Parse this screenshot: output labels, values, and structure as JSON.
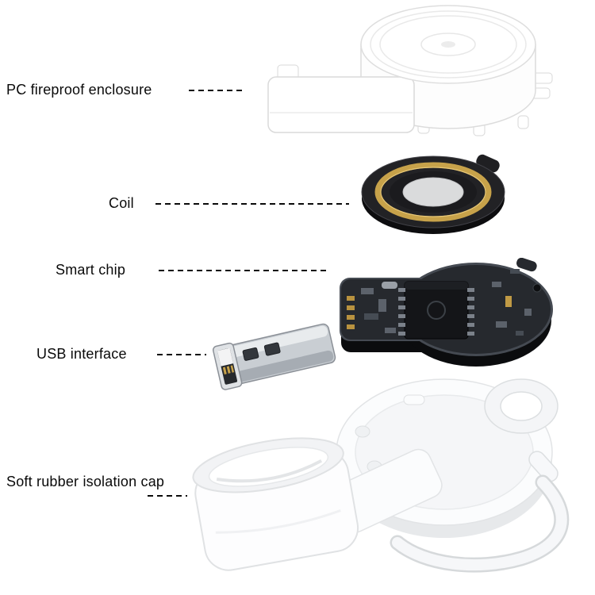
{
  "page": {
    "background": "#ffffff",
    "type": "exploded-product-diagram",
    "product": "magnetic watch charger"
  },
  "labels": {
    "enclosure": "PC fireproof enclosure",
    "coil": "Coil",
    "chip": "Smart chip",
    "usb": "USB interface",
    "cap": "Soft rubber isolation cap"
  },
  "colors": {
    "label_text": "#0a0a0a",
    "leader_line": "#0a0a0a",
    "plastic_white": "#ffffff",
    "plastic_stroke": "#dcdcdc",
    "coil_black": "#222225",
    "coil_gold": "#c7a24a",
    "coil_center_gray": "#dadbdc",
    "pcb_dark": "#26292e",
    "chip_black": "#141518",
    "usb_metal": "#c9ced3",
    "usb_slot_dark": "#33373c",
    "contact_gold": "#c7a24a",
    "soft_rubber_white": "#fdfdfe",
    "soft_rubber_stroke": "#e0e2e4"
  }
}
